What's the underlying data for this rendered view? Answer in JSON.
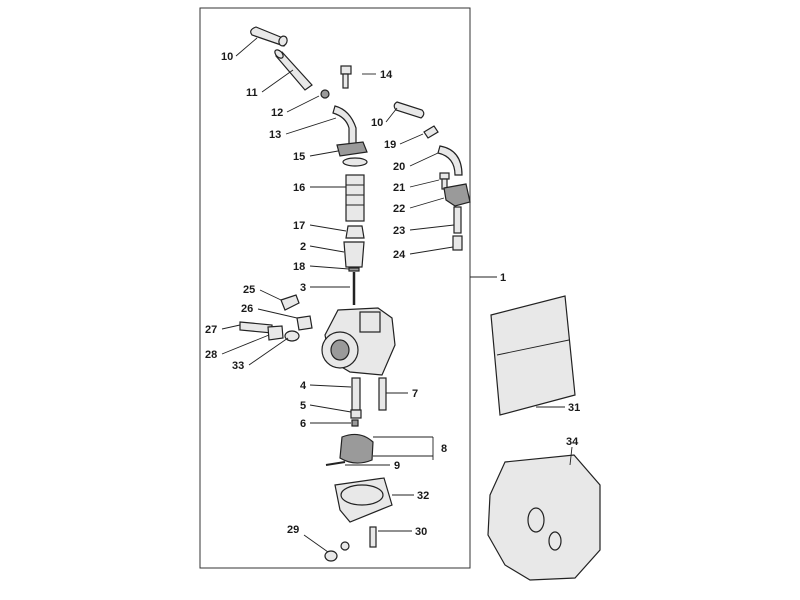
{
  "callouts": [
    {
      "id": "c10a",
      "text": "10"
    },
    {
      "id": "c11",
      "text": "11"
    },
    {
      "id": "c12",
      "text": "12"
    },
    {
      "id": "c13",
      "text": "13"
    },
    {
      "id": "c14",
      "text": "14"
    },
    {
      "id": "c10b",
      "text": "10"
    },
    {
      "id": "c19",
      "text": "19"
    },
    {
      "id": "c15",
      "text": "15"
    },
    {
      "id": "c20",
      "text": "20"
    },
    {
      "id": "c16",
      "text": "16"
    },
    {
      "id": "c21",
      "text": "21"
    },
    {
      "id": "c22",
      "text": "22"
    },
    {
      "id": "c17",
      "text": "17"
    },
    {
      "id": "c23",
      "text": "23"
    },
    {
      "id": "c2",
      "text": "2"
    },
    {
      "id": "c24",
      "text": "24"
    },
    {
      "id": "c18",
      "text": "18"
    },
    {
      "id": "c1",
      "text": "1"
    },
    {
      "id": "c3",
      "text": "3"
    },
    {
      "id": "c25",
      "text": "25"
    },
    {
      "id": "c26",
      "text": "26"
    },
    {
      "id": "c27",
      "text": "27"
    },
    {
      "id": "c28",
      "text": "28"
    },
    {
      "id": "c33",
      "text": "33"
    },
    {
      "id": "c31",
      "text": "31"
    },
    {
      "id": "c4",
      "text": "4"
    },
    {
      "id": "c7",
      "text": "7"
    },
    {
      "id": "c5",
      "text": "5"
    },
    {
      "id": "c6",
      "text": "6"
    },
    {
      "id": "c34",
      "text": "34"
    },
    {
      "id": "c8",
      "text": "8"
    },
    {
      "id": "c9",
      "text": "9"
    },
    {
      "id": "c32",
      "text": "32"
    },
    {
      "id": "c29",
      "text": "29"
    },
    {
      "id": "c30",
      "text": "30"
    }
  ]
}
